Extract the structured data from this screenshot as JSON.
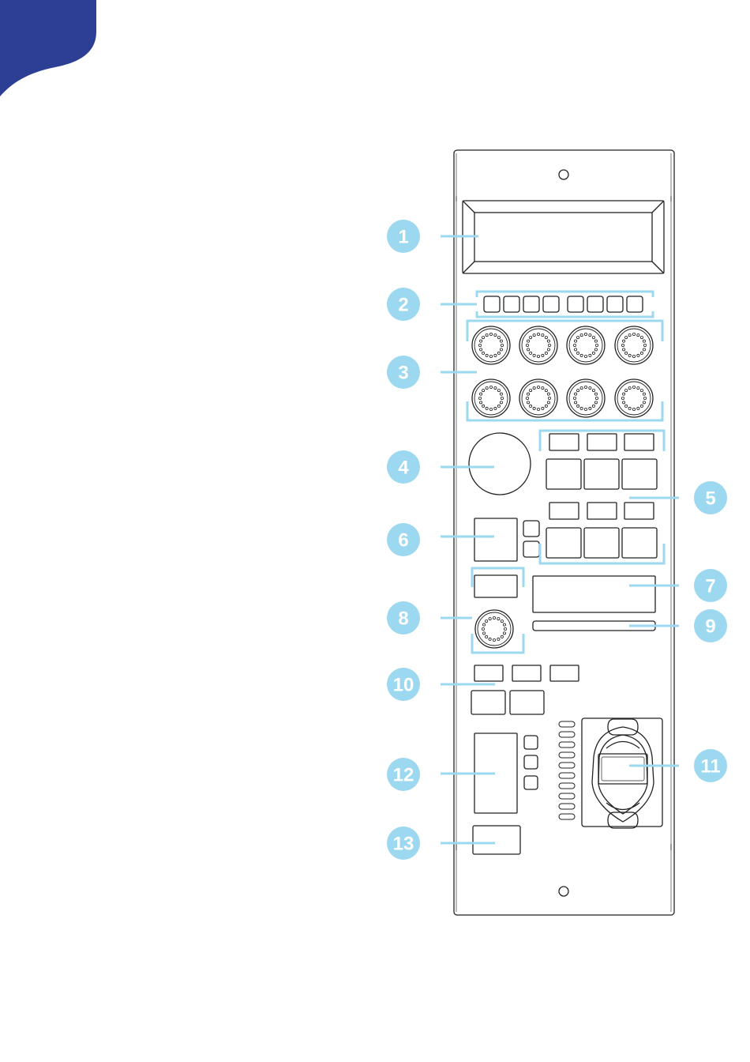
{
  "colors": {
    "brand_blue": "#2d3f94",
    "callout": "#9cd8ef",
    "line": "#222222"
  },
  "callouts": [
    {
      "n": "1"
    },
    {
      "n": "2"
    },
    {
      "n": "3"
    },
    {
      "n": "4"
    },
    {
      "n": "5"
    },
    {
      "n": "6"
    },
    {
      "n": "7"
    },
    {
      "n": "8"
    },
    {
      "n": "9"
    },
    {
      "n": "10"
    },
    {
      "n": "11"
    },
    {
      "n": "12"
    },
    {
      "n": "13"
    }
  ]
}
